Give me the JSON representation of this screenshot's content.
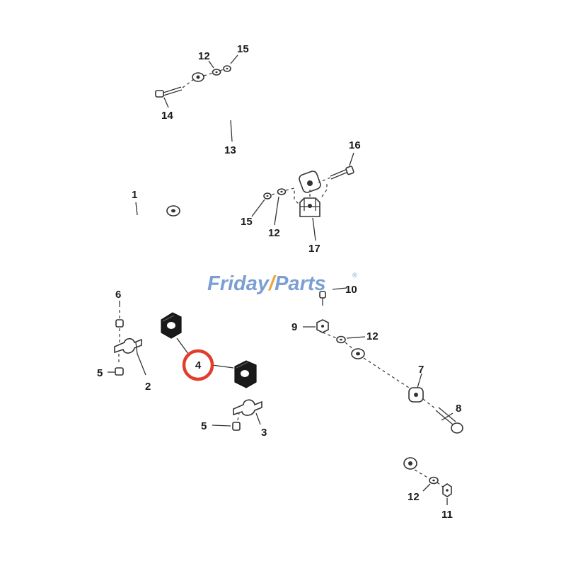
{
  "watermark": {
    "part1": "Friday",
    "part2": "Parts",
    "registered_mark": "®",
    "color_primary": "#7b9fd4",
    "color_accent": "#e9a640"
  },
  "highlight": {
    "label": "4",
    "ring_color": "#e23d2b"
  },
  "labels": {
    "l1": "1",
    "l2": "2",
    "l3": "3",
    "l4": "4",
    "l5a": "5",
    "l5b": "5",
    "l6": "6",
    "l7": "7",
    "l8": "8",
    "l9": "9",
    "l10": "10",
    "l11": "11",
    "l12a": "12",
    "l12b": "12",
    "l12c": "12",
    "l12d": "12",
    "l13": "13",
    "l14": "14",
    "l15a": "15",
    "l15b": "15",
    "l16": "16",
    "l17": "17"
  }
}
